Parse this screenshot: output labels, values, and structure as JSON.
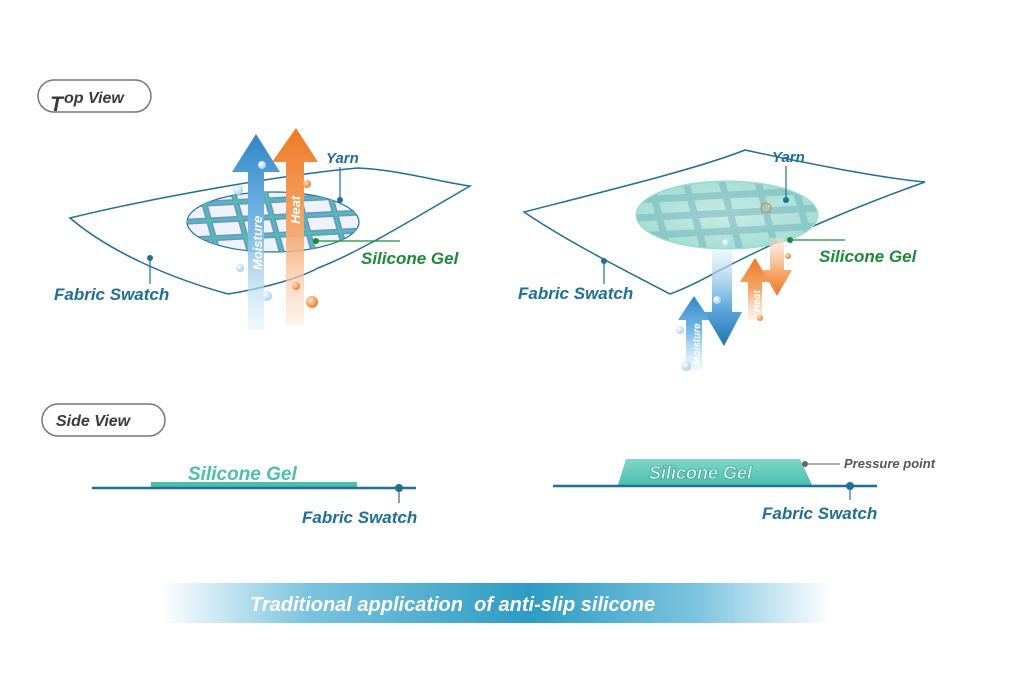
{
  "top_view": {
    "pill_label_first": "T",
    "pill_label_rest": "op View",
    "left": {
      "yarn": "Yarn",
      "silicone_gel": "Silicone Gel",
      "fabric_swatch": "Fabric Swatch",
      "moisture": "Moisture",
      "heat": "Heat"
    },
    "right": {
      "yarn": "Yarn",
      "silicone_gel": "Silicone Gel",
      "fabric_swatch": "Fabric Swatch",
      "moisture": "Moisture",
      "heat": "Heat"
    }
  },
  "side_view": {
    "pill_label": "Side View",
    "left": {
      "silicone_gel": "Silicone Gel",
      "fabric_swatch": "Fabric Swatch"
    },
    "right": {
      "silicone_gel": "Silicone Gel",
      "fabric_swatch": "Fabric Swatch",
      "pressure_point": "Pressure point"
    }
  },
  "banner": {
    "text": "Traditional application  of anti-slip silicone"
  },
  "colors": {
    "fabric_line": "#1f6f98",
    "moisture_blue": "#2f86c8",
    "heat_orange": "#ef7a26",
    "silicone_teal": "#4cbfae",
    "silicone_green": "#1d8a3a",
    "banner_blue": "#2d9cc4"
  }
}
